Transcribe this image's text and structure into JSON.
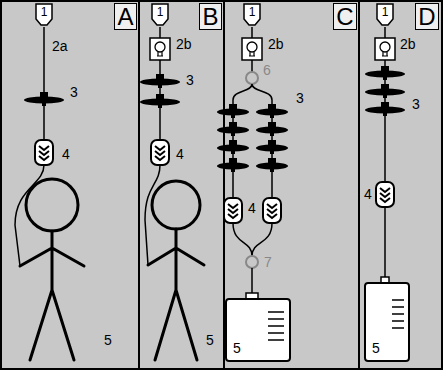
{
  "diagram": {
    "nodes": [
      {
        "text": [
          "1"
        ]
      },
      {
        "text": [
          "A"
        ]
      },
      {
        "text": [
          "1"
        ]
      },
      {
        "text": [
          "B"
        ]
      },
      {
        "text": [
          "1"
        ]
      },
      {
        "text": [
          "C"
        ]
      },
      {
        "text": [
          "1"
        ]
      },
      {
        "text": [
          "D"
        ]
      },
      {
        "text": [
          "5"
        ]
      },
      {
        "text": [
          "5"
        ]
      }
    ],
    "labels": [
      "2a",
      "3",
      "4",
      "5",
      "2b",
      "3",
      "4",
      "5",
      "2b",
      "6",
      "3",
      "4",
      "7",
      "2b",
      "3",
      "4"
    ]
  }
}
